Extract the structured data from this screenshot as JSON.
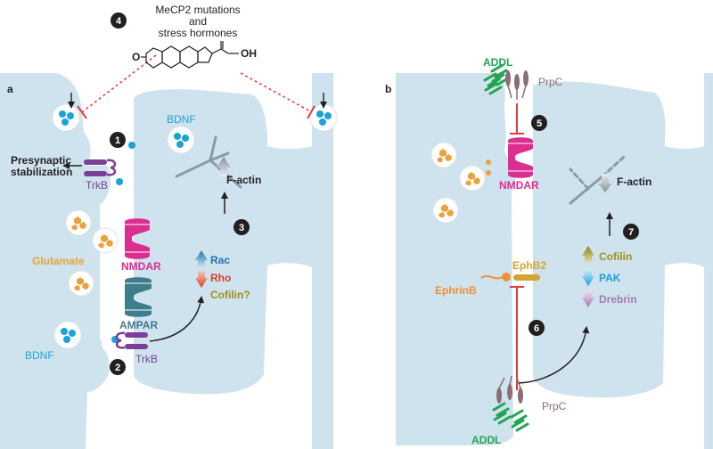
{
  "colors": {
    "cell": "#cfe3ef",
    "vesicle_edge": "#dddddd",
    "bdnf": "#1aa3db",
    "glutamate": "#e8a33c",
    "trkb": "#7b3f98",
    "nmdar": "#dc2e8e",
    "ampar": "#3f7d8c",
    "addl": "#21a550",
    "prpc": "#8a6e73",
    "ephb2": "#d3a536",
    "ephrinb": "#ef9134",
    "inhibit": "#e63a3a",
    "rac": "#1c74b3",
    "rho": "#d8402b",
    "cofilin": "#9d9018",
    "pak": "#1aa3db",
    "drebrin": "#a679b2"
  },
  "header": {
    "step": "4",
    "line1": "MeCP2 mutations",
    "line2": "and",
    "line3": "stress hormones",
    "oh_label": "OH",
    "o_label": "O"
  },
  "panel_a": {
    "letter": "a",
    "steps": [
      "1",
      "2",
      "3"
    ],
    "bdnf_top": "BDNF",
    "bdnf_bottom": "BDNF",
    "trkb_top": "TrkB",
    "trkb_bottom": "TrkB",
    "presynaptic_line1": "Presynaptic",
    "presynaptic_line2": "stabilization",
    "factin": "F-actin",
    "nmdar": "NMDAR",
    "glutamate": "Glutamate",
    "ampar": "AMPAR",
    "rac": "Rac",
    "rho": "Rho",
    "cofilin": "Cofilin?"
  },
  "panel_b": {
    "letter": "b",
    "steps": [
      "5",
      "6",
      "7"
    ],
    "addl_top": "ADDL",
    "addl_bottom": "ADDL",
    "prpc_top": "PrpC",
    "prpc_bottom": "PrpC",
    "nmdar": "NMDAR",
    "factin": "F-actin",
    "ephb2": "EphB2",
    "ephrinb": "EphrinB",
    "cofilin": "Cofilin",
    "pak": "PAK",
    "drebrin": "Drebrin"
  }
}
